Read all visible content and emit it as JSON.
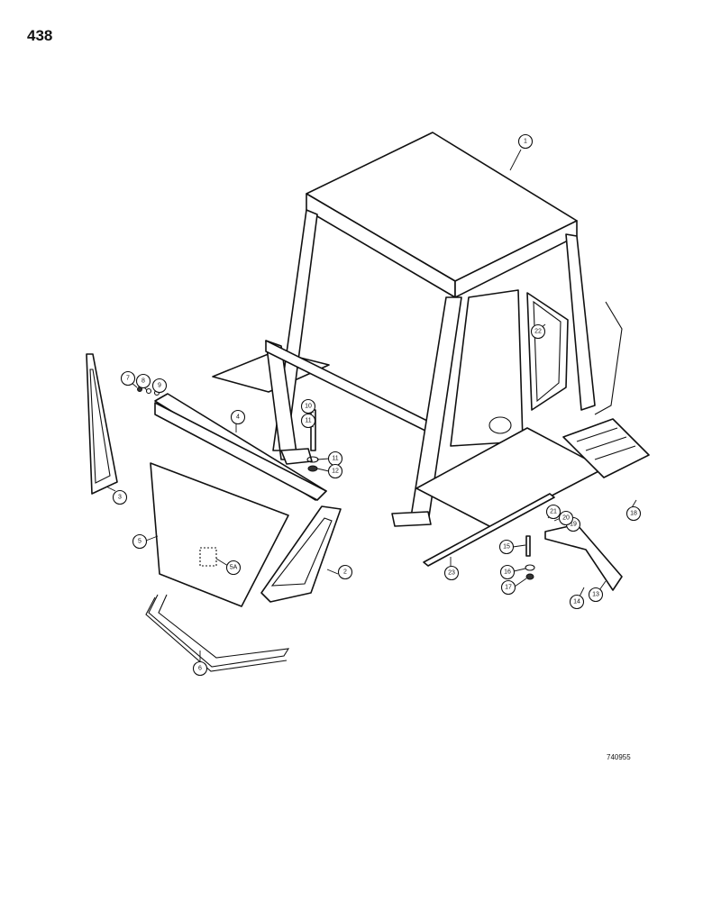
{
  "page_number": "438",
  "drawing_code": "740955",
  "callouts": [
    "1",
    "2",
    "3",
    "4",
    "5",
    "5A",
    "6",
    "7",
    "8",
    "9",
    "10",
    "11",
    "11",
    "12",
    "13",
    "14",
    "15",
    "16",
    "17",
    "18",
    "19",
    "20",
    "21",
    "22",
    "23"
  ]
}
